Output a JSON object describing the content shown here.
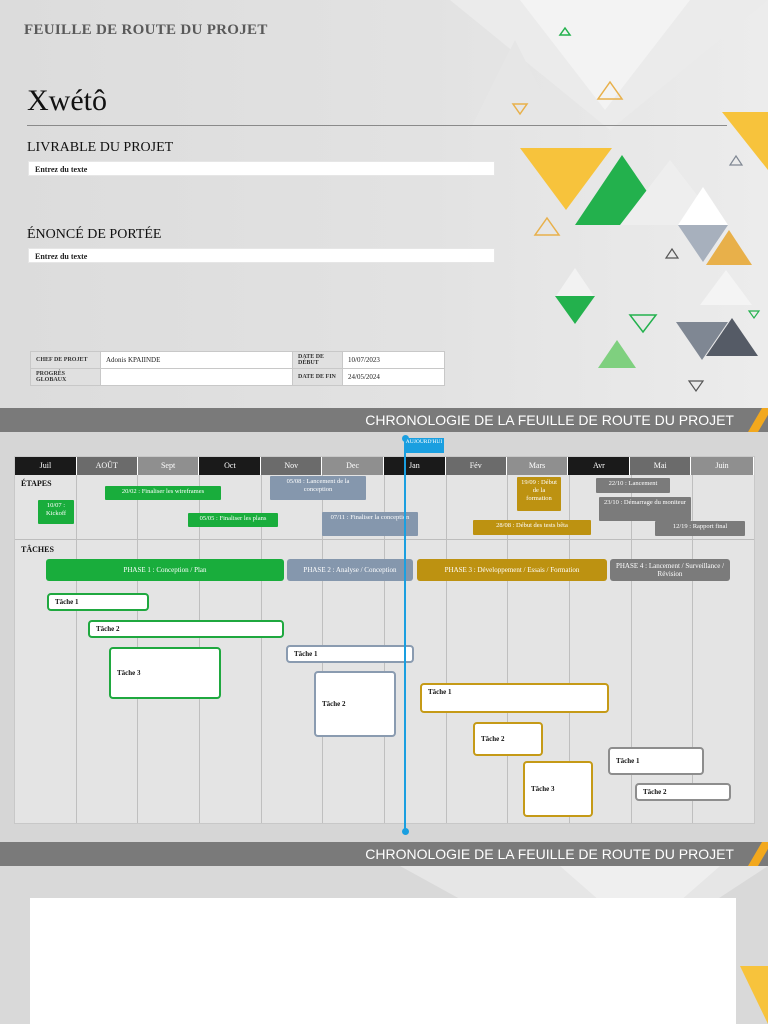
{
  "header": {
    "doc_title": "FEUILLE DE ROUTE DU PROJET",
    "project_name": "Xwétô"
  },
  "deliverable": {
    "label": "LIVRABLE DU PROJET",
    "value": "Entrez du texte"
  },
  "scope": {
    "label": "ÉNONCÉ DE PORTÉE",
    "value": "Entrez du texte"
  },
  "meta": {
    "manager_label": "CHEF DE PROJET",
    "manager_value": "Adonis KPAIINDE",
    "start_label": "DATE DE DÉBUT",
    "start_value": "10/07/2023",
    "progress_label": "PROGRÈS GLOBAUX",
    "progress_value": "",
    "end_label": "DATE DE FIN",
    "end_value": "24/05/2024"
  },
  "band_title": "CHRONOLOGIE DE LA FEUILLE DE ROUTE DU PROJET",
  "today_label": "AUJOURD'HUI",
  "timeline": {
    "months": [
      "Juil",
      "AOÛT",
      "Sept",
      "Oct",
      "Nov",
      "Dec",
      "Jan",
      "Fév",
      "Mars",
      "Avr",
      "Mai",
      "Juin"
    ],
    "month_colors": [
      "#1a1a1a",
      "#6b6b6b",
      "#8f8f8f",
      "#1a1a1a",
      "#6b6b6b",
      "#8f8f8f",
      "#1a1a1a",
      "#6b6b6b",
      "#8f8f8f",
      "#1a1a1a",
      "#6b6b6b",
      "#8f8f8f"
    ],
    "milestones_label": "ÉTAPES",
    "tasks_label": "TÂCHES",
    "milestones": [
      "10/07 : Kickoff",
      "20/02 : Finaliser les wireframes",
      "05/05 : Finaliser les plans",
      "05/08 : Lancement de la conception",
      "07/11 : Finaliser la conception",
      "19/09 : Début de la formation",
      "28/08 : Début des tests bêta",
      "22/10 : Lancement",
      "23/10 : Démarrage du moniteur",
      "12/19 : Rapport final"
    ],
    "phases": [
      "PHASE 1 : Conception / Plan",
      "PHASE 2 : Analyse / Conception",
      "PHASE 3 : Développement / Essais / Formation",
      "PHASE 4 : Lancement / Surveillance / Révision"
    ],
    "tasks": [
      "Tâche 1",
      "Tâche 2",
      "Tâche 3",
      "Tâche 1",
      "Tâche 2",
      "Tâche 1",
      "Tâche 2",
      "Tâche 3",
      "Tâche 1",
      "Tâche 2"
    ]
  },
  "colors": {
    "green": "#19ad3c",
    "blue": "#8597ad",
    "gold": "#bd9211",
    "grey": "#7b7b7b",
    "today": "#1a9fe0",
    "accent_stripe": "#f2a81d"
  }
}
